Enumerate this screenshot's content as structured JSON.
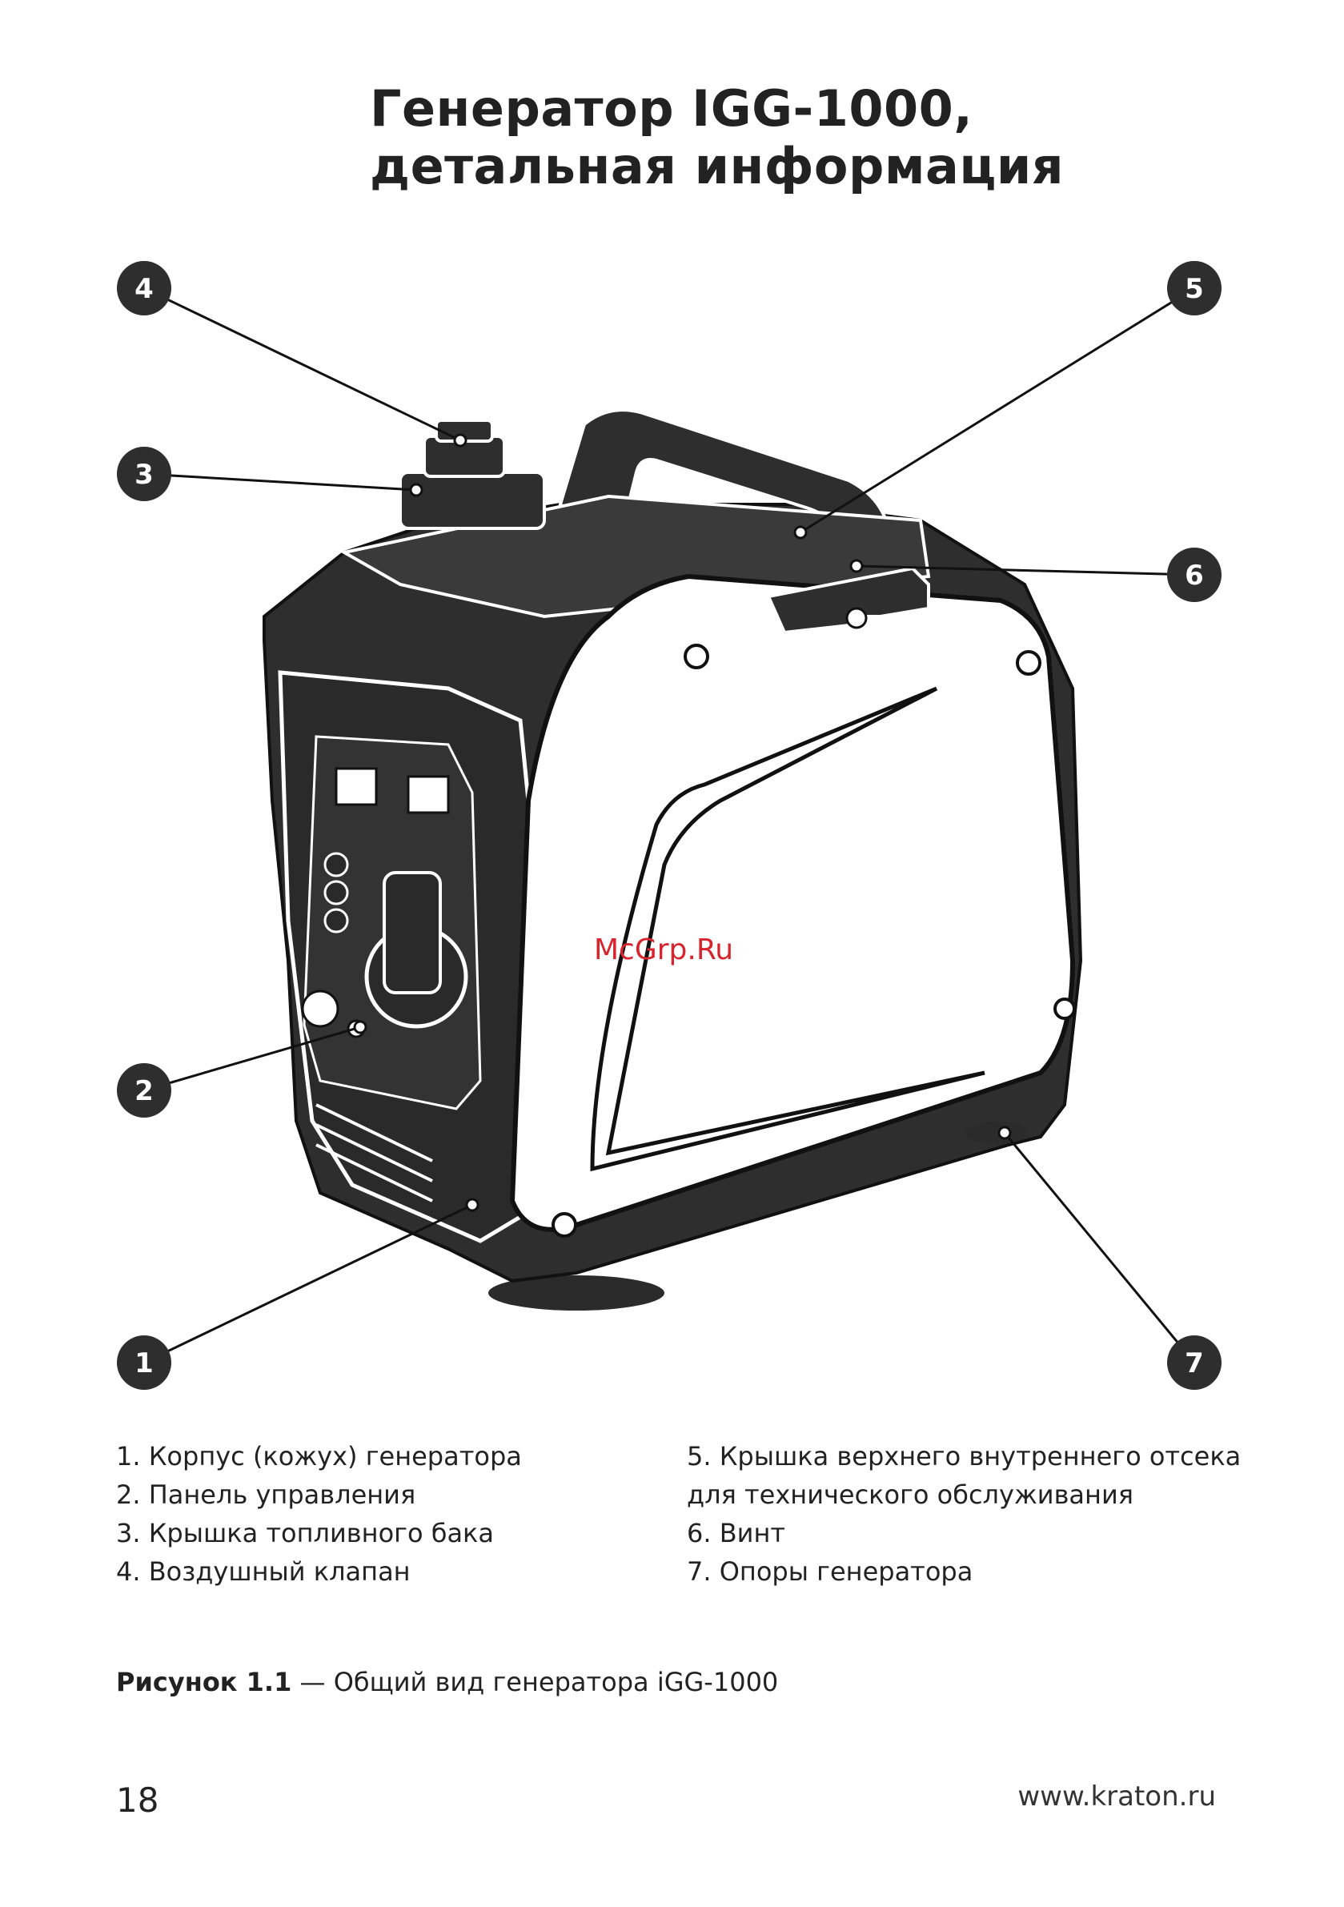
{
  "title": "Генератор IGG-1000, детальная информация",
  "callouts": [
    "1",
    "2",
    "3",
    "4",
    "5",
    "6",
    "7"
  ],
  "watermark": "McGrp.Ru",
  "legend_left": [
    "1. Корпус (кожух) генератора",
    "2. Панель управления",
    "3. Крышка топливного бака",
    "4. Воздушный клапан"
  ],
  "legend_right": [
    "5. Крышка верхнего внутреннего отсека",
    "для технического обслуживания",
    "6. Винт",
    "7. Опоры генератора"
  ],
  "caption": {
    "label": "Рисунок 1.1",
    "text": " — Общий вид генератора iGG-1000"
  },
  "page_number": "18",
  "website": "www.kraton.ru"
}
